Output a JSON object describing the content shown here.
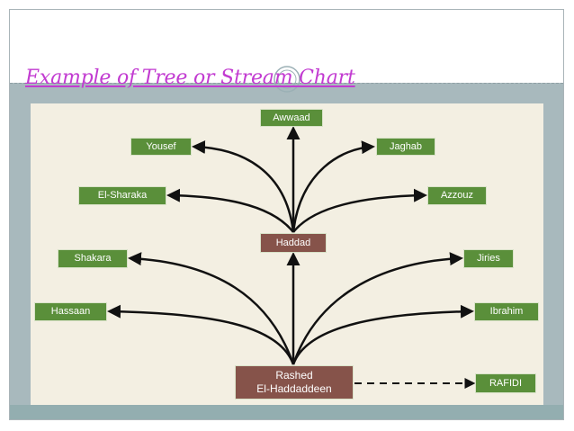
{
  "slide": {
    "title": "Example of Tree or Stream Chart"
  },
  "diagram": {
    "root": {
      "label_line1": "Rashed",
      "label_line2": "El-Haddaddeen"
    },
    "hub": {
      "label": "Haddad"
    },
    "root_children": [
      "Hassaan",
      "Shakara",
      "Jiries",
      "Ibrahim"
    ],
    "hub_children": [
      "Awwaad",
      "Yousef",
      "Jaghab",
      "El-Sharaka",
      "Azzouz"
    ],
    "dashed_child": "RAFIDI"
  },
  "colors": {
    "node_green": "#5a8f3a",
    "node_brown": "#86534a",
    "title": "#c23bd1",
    "panel": "#f3efe2"
  }
}
